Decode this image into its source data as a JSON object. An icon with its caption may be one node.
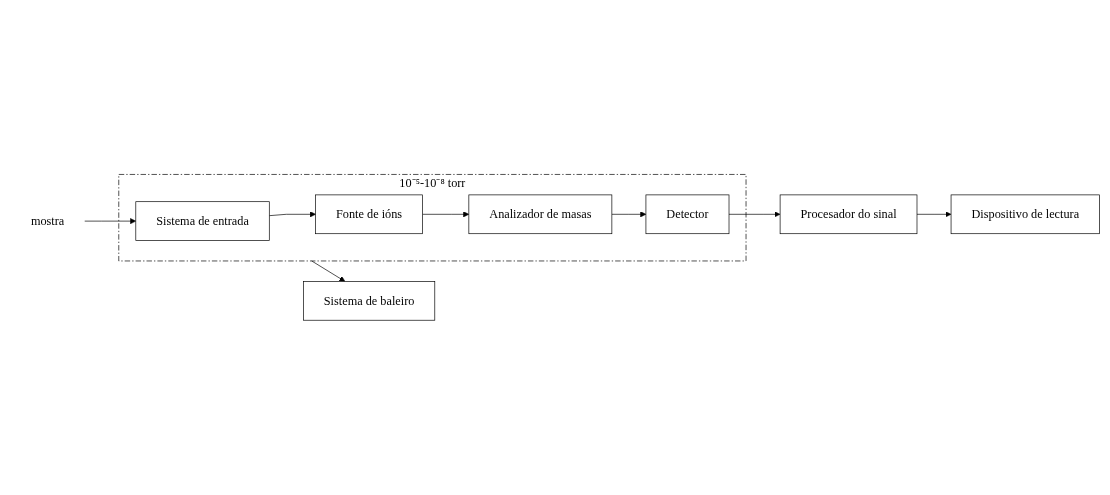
{
  "diagram": {
    "nodes": [
      {
        "text": [
          "mostra"
        ]
      },
      {
        "text": [
          "10⁻⁵-10⁻⁸ torr"
        ]
      },
      {
        "text": [
          "Sistema de entrada"
        ],
        "in": 1
      },
      {
        "text": [
          "Fonte de ións"
        ],
        "in": 1
      },
      {
        "text": [
          "Analizador de masas"
        ],
        "in": 1
      },
      {
        "text": [
          "Detector"
        ],
        "in": 1
      },
      {
        "text": [
          "Sistema de baleiro"
        ]
      },
      {
        "text": [
          "Procesador do sinal"
        ]
      },
      {
        "text": [
          "Dispositivo de lectura"
        ]
      }
    ],
    "edges": [
      {
        "from": 0,
        "to": 2,
        "arrow": "to"
      },
      {
        "from": 2,
        "to": 3,
        "arrow": "to"
      },
      {
        "from": 3,
        "to": 4,
        "arrow": "to"
      },
      {
        "from": 4,
        "to": 5,
        "arrow": "to"
      },
      {
        "from": 1,
        "to": 6,
        "arrow": "to"
      },
      {
        "from": 5,
        "to": 7,
        "arrow": "to"
      },
      {
        "from": 7,
        "to": 8,
        "arrow": "to"
      }
    ]
  }
}
